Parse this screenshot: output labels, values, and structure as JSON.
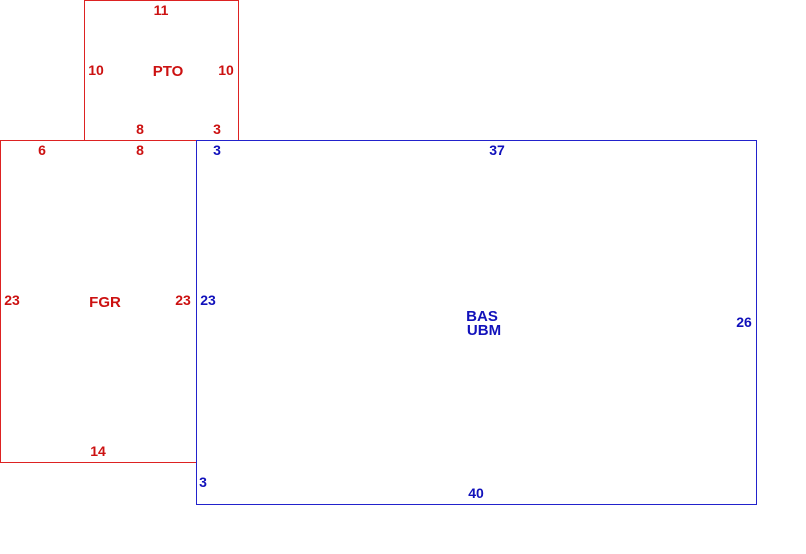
{
  "colors": {
    "pto": "#dd2222",
    "fgr": "#dd2222",
    "bas": "#2222cc"
  },
  "pto": {
    "name": "PTO",
    "top": "11",
    "left": "10",
    "right": "10",
    "bottom_left": "8",
    "bottom_right": "3"
  },
  "fgr": {
    "name": "FGR",
    "top_left": "6",
    "top_mid": "8",
    "left": "23",
    "right": "23",
    "bottom": "14"
  },
  "bas": {
    "name_line1": "BAS",
    "name_line2": "UBM",
    "top_left": "3",
    "top": "37",
    "left": "23",
    "right": "26",
    "bottom_left": "3",
    "bottom": "40"
  }
}
